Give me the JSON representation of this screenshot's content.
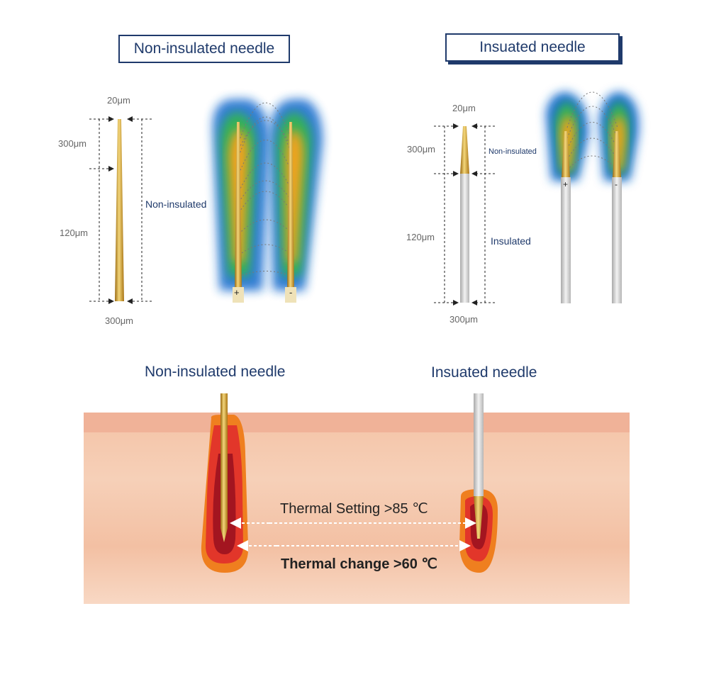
{
  "top_left": {
    "title": "Non-insulated needle",
    "tip_width": "20μm",
    "tip_length": "300μm",
    "shaft_length": "120μm",
    "base_width": "300μm",
    "region_label": "Non-insulated"
  },
  "top_right": {
    "title": "Insuated needle",
    "tip_width": "20μm",
    "tip_length": "300μm",
    "shaft_length": "120μm",
    "base_width": "300μm",
    "tip_label": "Non-insulated",
    "shaft_label": "Insulated"
  },
  "polarity": {
    "positive": "+",
    "negative": "-"
  },
  "bottom": {
    "left_title": "Non-insulated needle",
    "right_title": "Insuated needle",
    "thermal_setting": "Thermal Setting >85 ℃",
    "thermal_change": "Thermal change >60 ℃"
  }
}
